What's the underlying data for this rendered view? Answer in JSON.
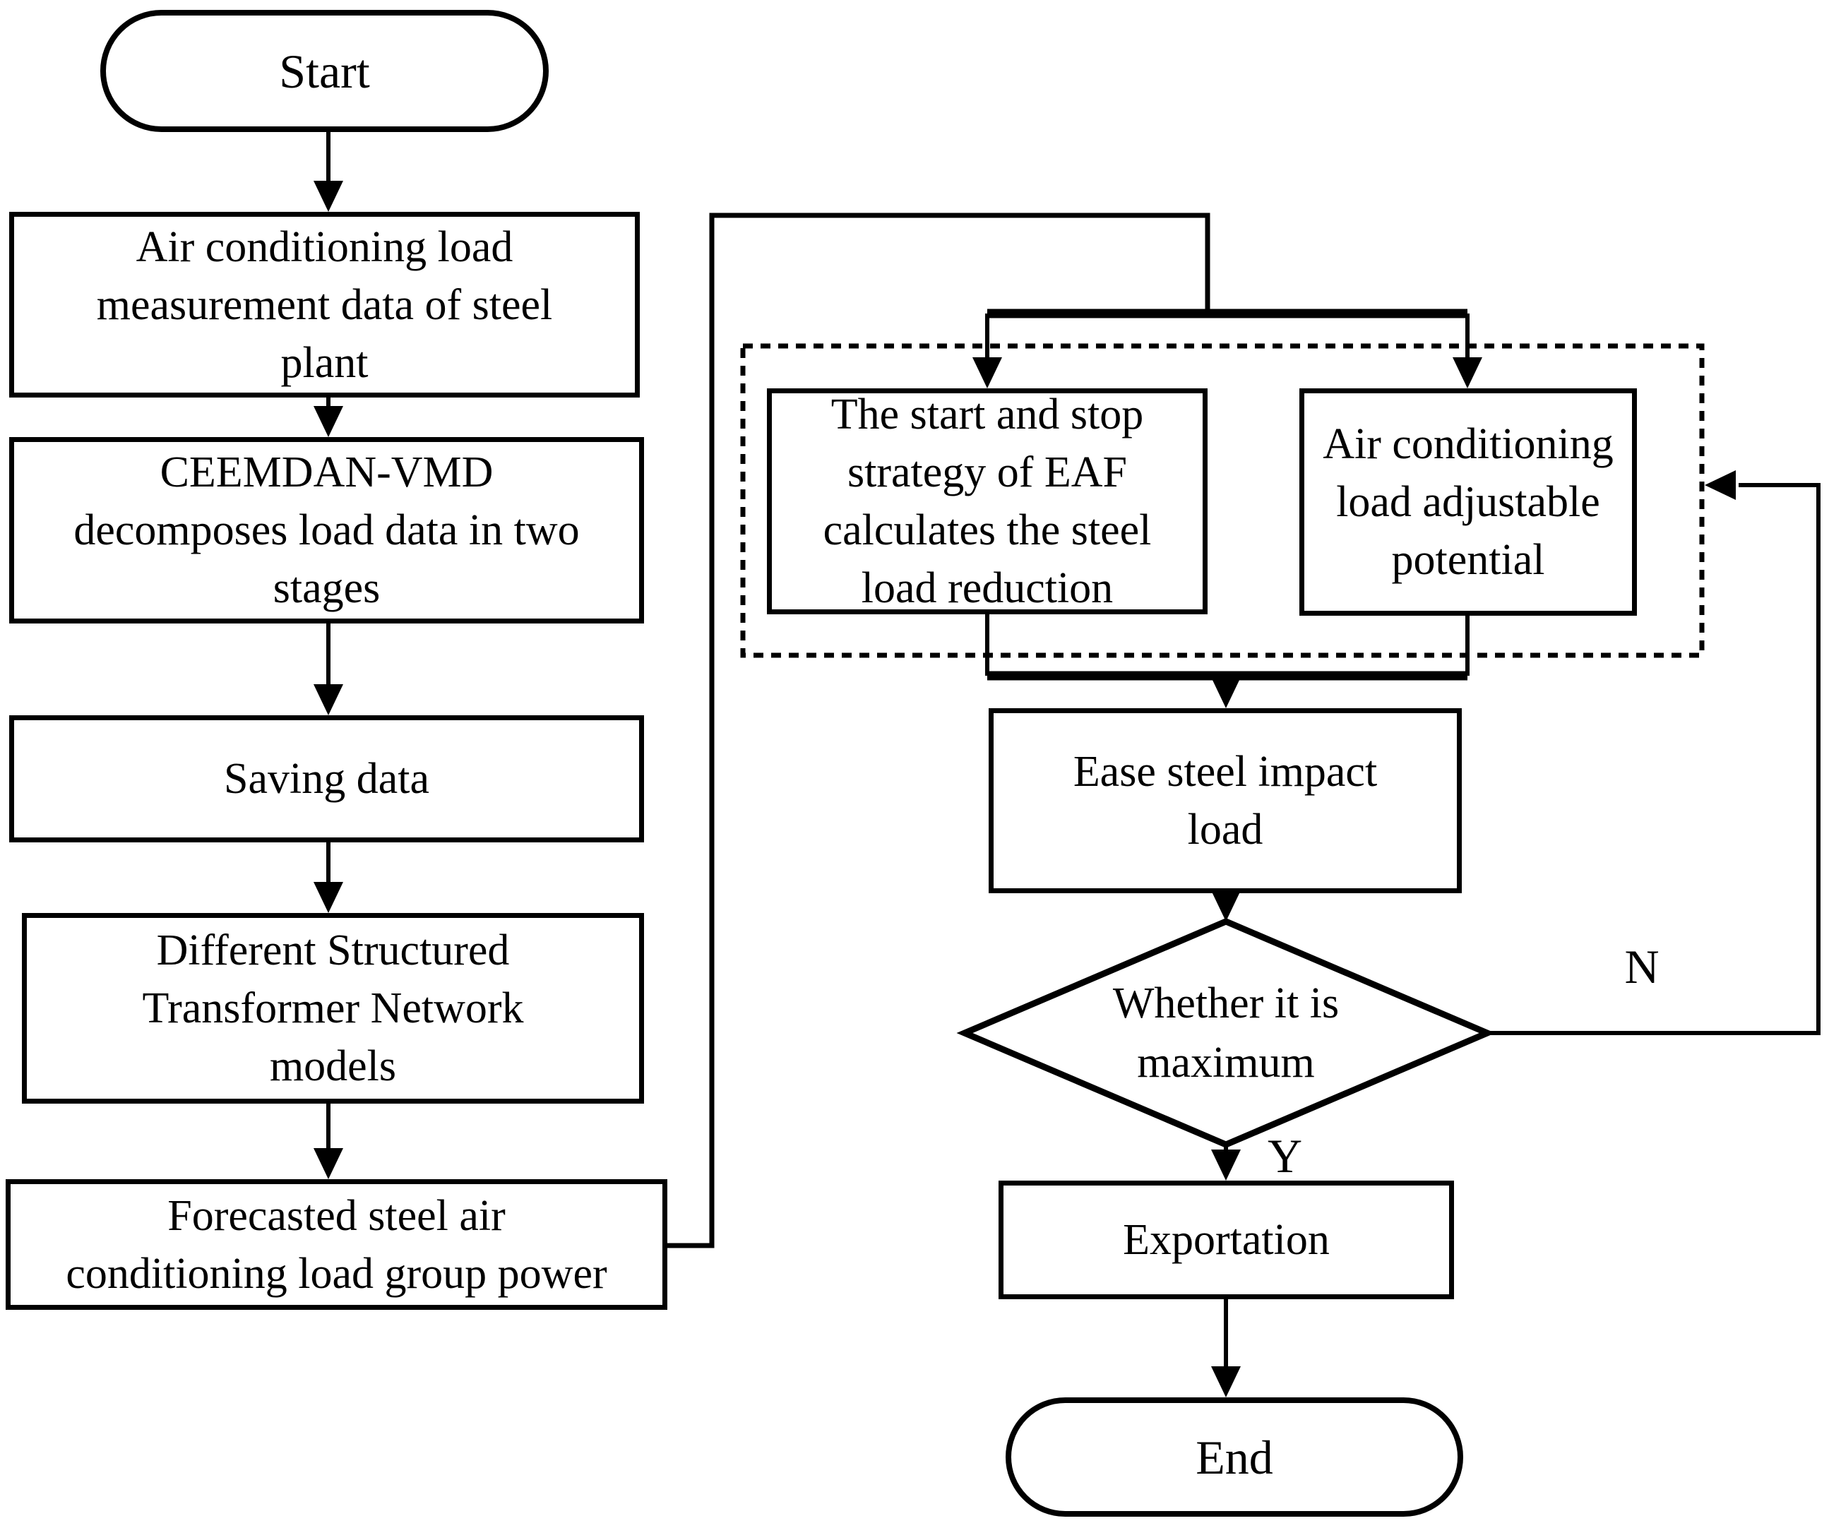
{
  "diagram": {
    "type": "flowchart",
    "background": "#ffffff",
    "line_color": "#000000"
  },
  "nodes": {
    "start": {
      "label": "Start",
      "shape": "terminator"
    },
    "measurement": {
      "label": "Air conditioning load\nmeasurement data of steel\nplant",
      "shape": "process"
    },
    "decompose": {
      "label": "CEEMDAN-VMD\ndecomposes load data in two\nstages",
      "shape": "process"
    },
    "saving": {
      "label": "Saving data",
      "shape": "process"
    },
    "transformer": {
      "label": "Different Structured\nTransformer Network\nmodels",
      "shape": "process"
    },
    "forecast": {
      "label": "Forecasted steel air\nconditioning load group power",
      "shape": "process"
    },
    "eaf_strategy": {
      "label": "The start and stop\nstrategy of EAF\ncalculates the steel\nload reduction",
      "shape": "process"
    },
    "ac_potential": {
      "label": "Air conditioning\nload adjustable\npotential",
      "shape": "process"
    },
    "ease_load": {
      "label": "Ease steel impact\nload",
      "shape": "process"
    },
    "decision": {
      "label": "Whether it is\nmaximum",
      "shape": "decision"
    },
    "exportation": {
      "label": "Exportation",
      "shape": "process"
    },
    "end": {
      "label": "End",
      "shape": "terminator"
    }
  },
  "edge_labels": {
    "no": "N",
    "yes": "Y"
  }
}
